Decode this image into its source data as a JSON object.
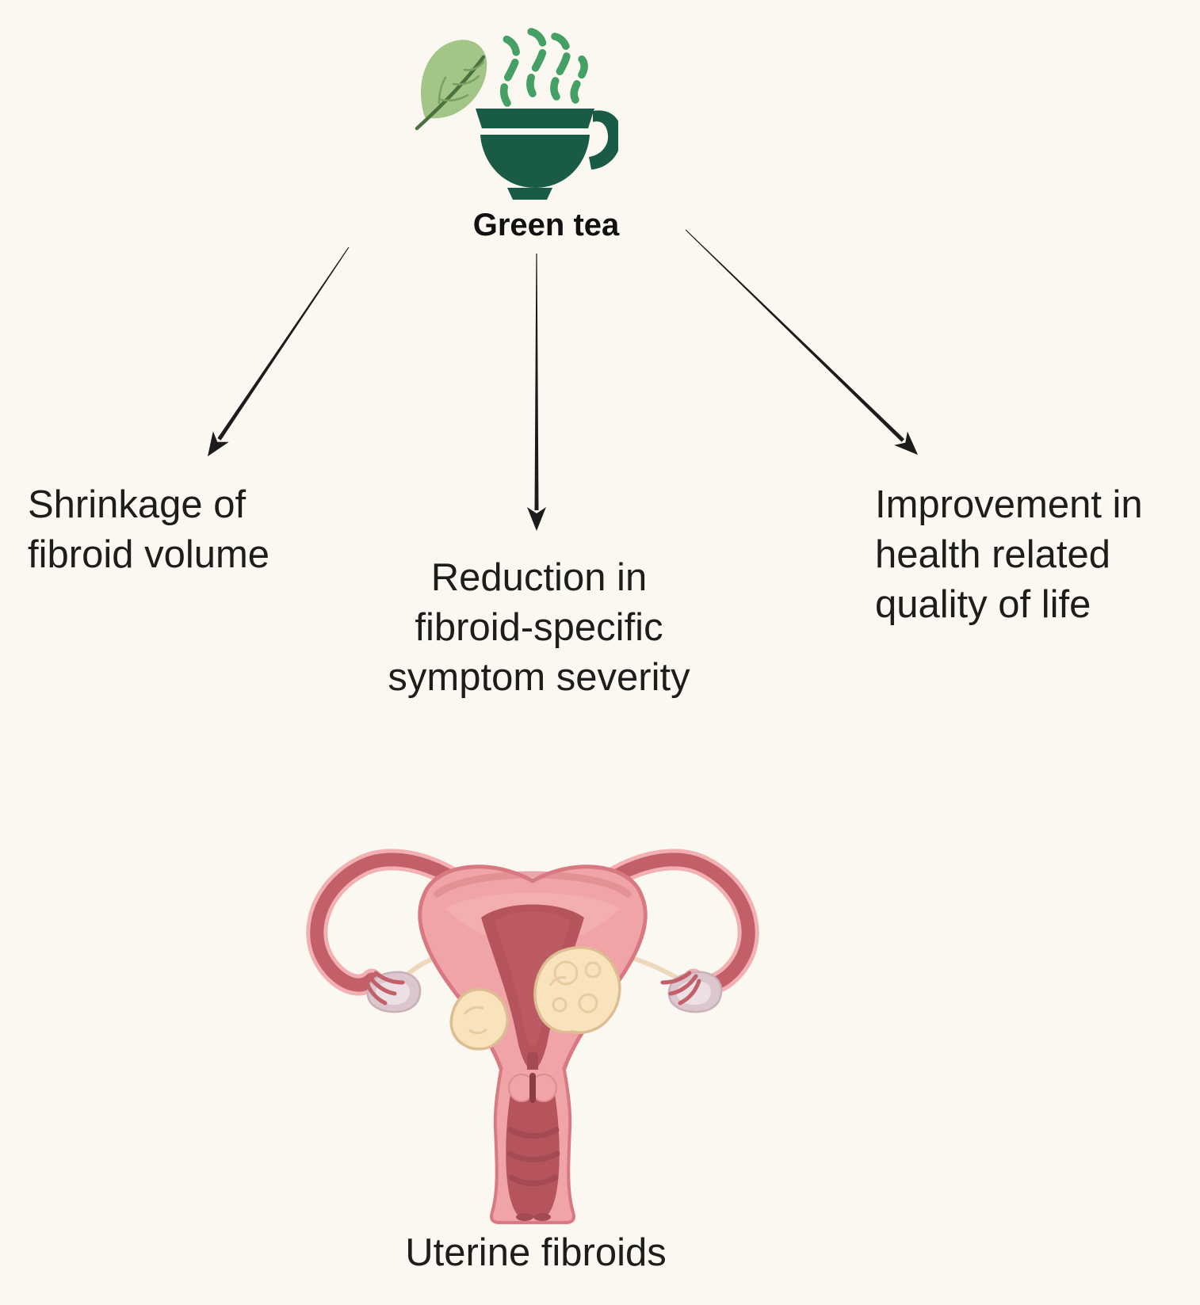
{
  "figure": {
    "source": {
      "label": "Green tea"
    },
    "outcomes": [
      {
        "label": "Shrinkage of\nfibroid volume"
      },
      {
        "label": "Reduction in\nfibroid-specific\nsymptom severity"
      },
      {
        "label": "Improvement in\nhealth related\nquality of life"
      }
    ],
    "target": {
      "label": "Uterine fibroids"
    }
  },
  "icons": [
    "leaf-icon",
    "steam-icon",
    "tea-cup-icon",
    "uterus-illustration"
  ],
  "colors": {
    "background": "#fbf8f1",
    "text": "#1d1d1b",
    "arrow": "#1c1c1c",
    "cup-green": "#1a5b46",
    "steam-green": "#44a065",
    "leaf-green": "#a3c688",
    "uterus-pink": "#f0a4a7",
    "uterus-outline": "#d87981",
    "cavity-red": "#b5545c",
    "tube-red": "#c25f68",
    "fibroid-cream": "#f8e3bd",
    "ovary-gray": "#dbc7cd",
    "ligament-beige": "#eed8bc"
  }
}
